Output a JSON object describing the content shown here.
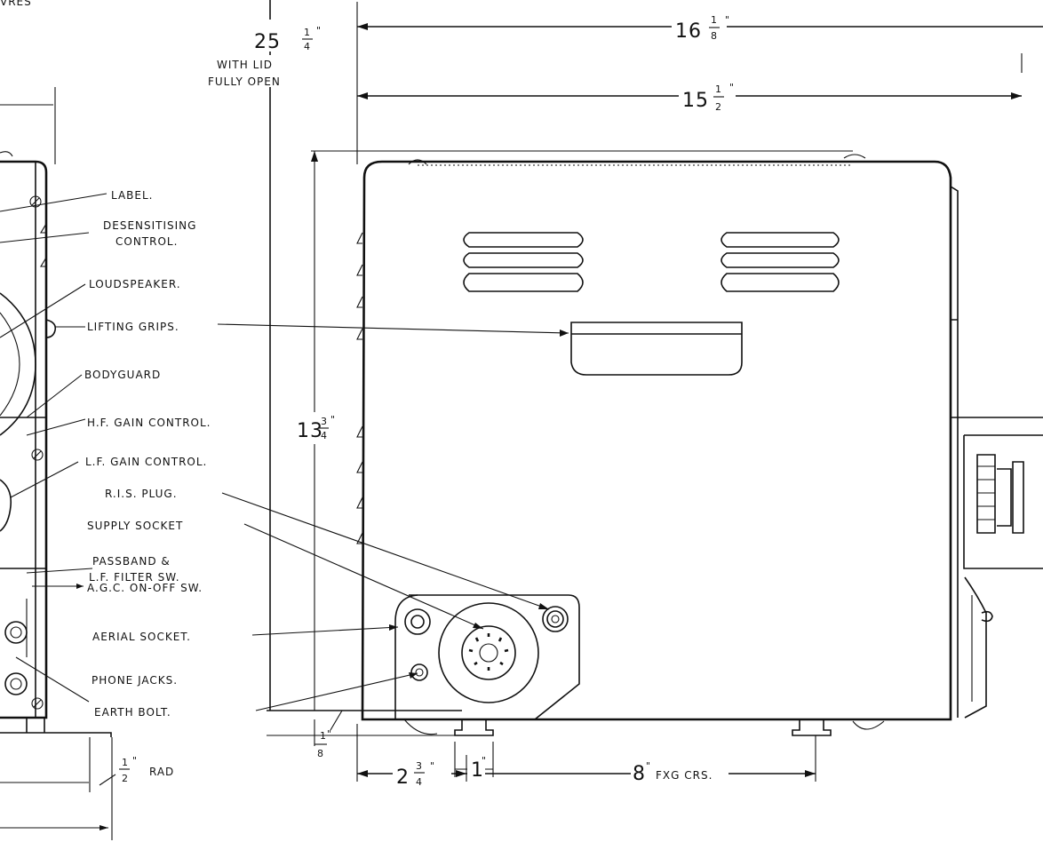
{
  "corner_text": "VRES",
  "dimensions": {
    "overall_height": {
      "whole": "25",
      "num": "1",
      "den": "4",
      "unit": "\"",
      "note1": "WITH LID",
      "note2": "FULLY OPEN"
    },
    "overall_width": {
      "whole": "16",
      "num": "1",
      "den": "8",
      "unit": "\""
    },
    "body_width": {
      "whole": "15",
      "num": "1",
      "den": "2",
      "unit": "\""
    },
    "body_height": {
      "whole": "13",
      "num": "3",
      "den": "4",
      "unit": "\""
    },
    "foot_offset": {
      "num": "1",
      "unit": "\"",
      "den": "8"
    },
    "foot_width": {
      "value": "1",
      "unit": "\""
    },
    "front_offset": {
      "whole": "2",
      "num": "3",
      "den": "4",
      "unit": "\""
    },
    "fixing_centres": {
      "value": "8",
      "unit": "\"",
      "text": "FXG CRS."
    },
    "corner_radius": {
      "num": "1",
      "den": "2",
      "unit": "\"",
      "text": "RAD"
    }
  },
  "callouts": [
    {
      "id": "label",
      "lines": [
        "LABEL."
      ]
    },
    {
      "id": "desensitising-control",
      "lines": [
        "DESENSITISING",
        "CONTROL."
      ]
    },
    {
      "id": "loudspeaker",
      "lines": [
        "LOUDSPEAKER."
      ]
    },
    {
      "id": "lifting-grips",
      "lines": [
        "LIFTING GRIPS."
      ]
    },
    {
      "id": "bodyguard",
      "lines": [
        "BODYGUARD"
      ]
    },
    {
      "id": "hf-gain-control",
      "lines": [
        "H.F. GAIN CONTROL."
      ]
    },
    {
      "id": "lf-gain-control",
      "lines": [
        "L.F. GAIN CONTROL."
      ]
    },
    {
      "id": "ris-plug",
      "lines": [
        "R.I.S. PLUG."
      ]
    },
    {
      "id": "supply-socket",
      "lines": [
        "SUPPLY SOCKET"
      ]
    },
    {
      "id": "passband-filter-sw",
      "lines": [
        "PASSBAND &",
        "L.F. FILTER SW."
      ]
    },
    {
      "id": "agc-on-off-sw",
      "lines": [
        "A.G.C. ON-OFF SW."
      ]
    },
    {
      "id": "aerial-socket",
      "lines": [
        "AERIAL SOCKET."
      ]
    },
    {
      "id": "phone-jacks",
      "lines": [
        "PHONE JACKS."
      ]
    },
    {
      "id": "earth-bolt",
      "lines": [
        "EARTH BOLT."
      ]
    }
  ]
}
